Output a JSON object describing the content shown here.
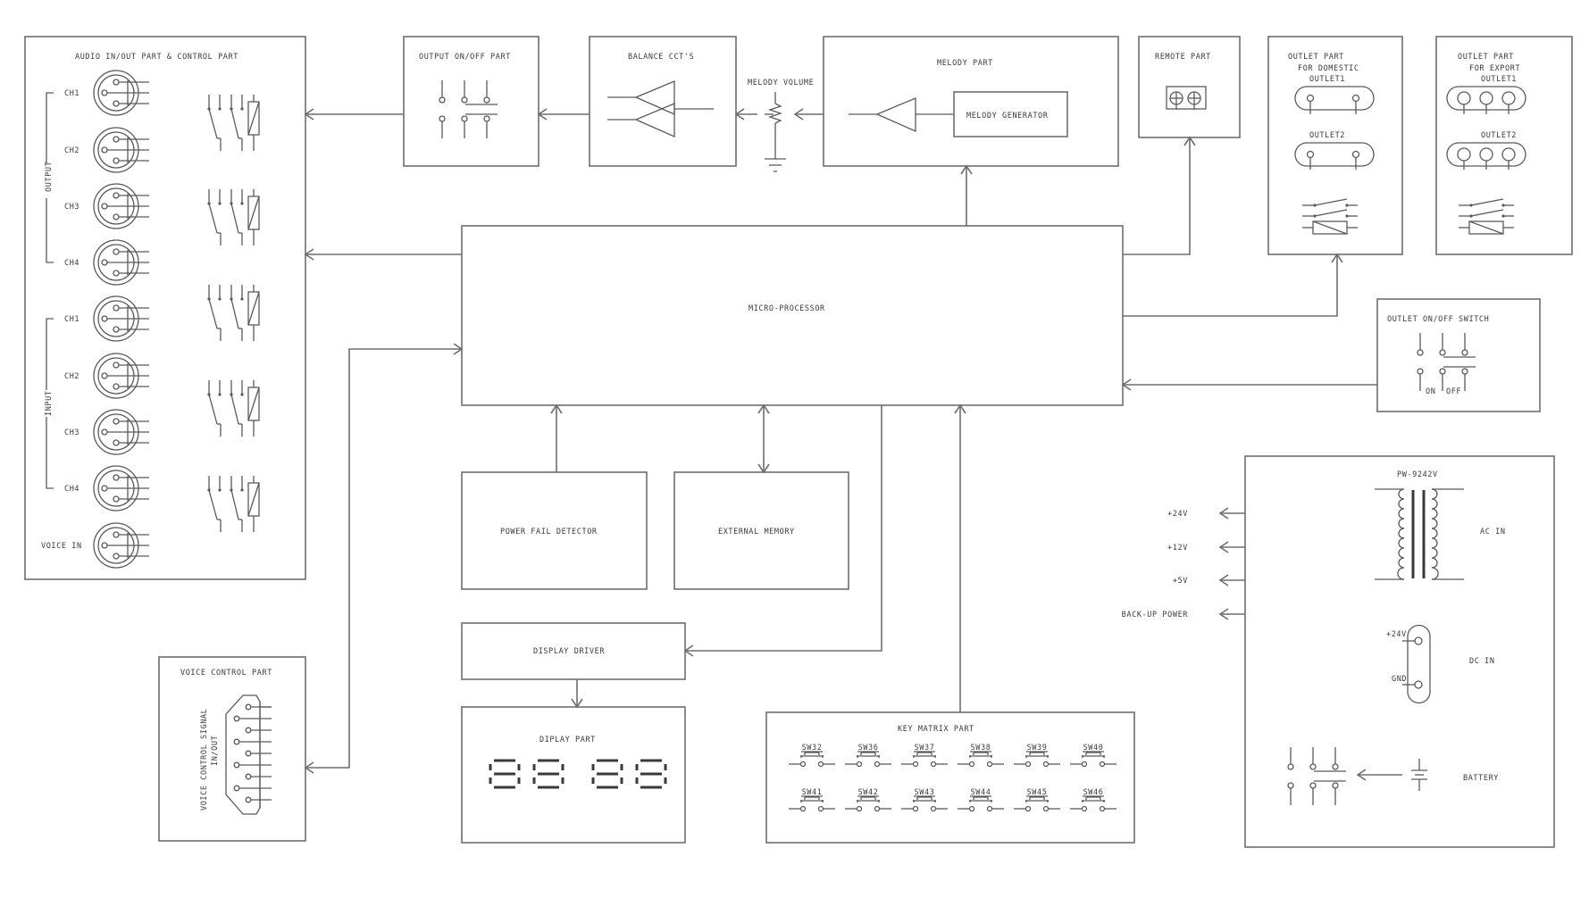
{
  "audio_part": {
    "title": "AUDIO IN/OUT PART & CONTROL PART",
    "output_group_label": "OUTPUT",
    "input_group_label": "INPUT",
    "output_channels": [
      "CH1",
      "CH2",
      "CH3",
      "CH4"
    ],
    "input_channels": [
      "CH1",
      "CH2",
      "CH3",
      "CH4"
    ],
    "voice_in_label": "VOICE IN"
  },
  "output_onoff": {
    "title": "OUTPUT ON/OFF PART"
  },
  "balance": {
    "title": "BALANCE CCT'S"
  },
  "melody_volume": {
    "label": "MELODY VOLUME"
  },
  "melody_part": {
    "title": "MELODY PART",
    "generator_label": "MELODY GENERATOR"
  },
  "remote_part": {
    "title": "REMOTE PART"
  },
  "outlet_domestic": {
    "title_line1": "OUTLET PART",
    "title_line2": "FOR DOMESTIC",
    "outlet1": "OUTLET1",
    "outlet2": "OUTLET2"
  },
  "outlet_export": {
    "title_line1": "OUTLET PART",
    "title_line2": "FOR EXPORT",
    "outlet1": "OUTLET1",
    "outlet2": "OUTLET2"
  },
  "microprocessor": {
    "title": "MICRO-PROCESSOR"
  },
  "outlet_switch": {
    "title": "OUTLET ON/OFF SWITCH",
    "on_label": "ON",
    "off_label": "OFF"
  },
  "power_fail": {
    "title": "POWER FAIL DETECTOR"
  },
  "external_memory": {
    "title": "EXTERNAL MEMORY"
  },
  "display_driver": {
    "title": "DISPLAY DRIVER"
  },
  "display_part": {
    "title": "DIPLAY PART",
    "digits": "8888"
  },
  "voice_control": {
    "title": "VOICE CONTROL PART",
    "signal_line1": "VOICE CONTROL SIGNAL",
    "signal_line2": "IN/OUT"
  },
  "key_matrix": {
    "title": "KEY MATRIX PART",
    "row1": [
      "SW32",
      "SW36",
      "SW37",
      "SW38",
      "SW39",
      "SW40"
    ],
    "row2": [
      "SW41",
      "SW42",
      "SW43",
      "SW44",
      "SW45",
      "SW46"
    ]
  },
  "power_supply": {
    "model": "PW-9242V",
    "outputs": [
      "+24V",
      "+12V",
      "+5V",
      "BACK-UP POWER"
    ],
    "ac_in_label": "AC IN",
    "dc_in_label": "DC IN",
    "dc_pin1": "+24V",
    "dc_pin2": "GND",
    "battery_label": "BATTERY"
  }
}
